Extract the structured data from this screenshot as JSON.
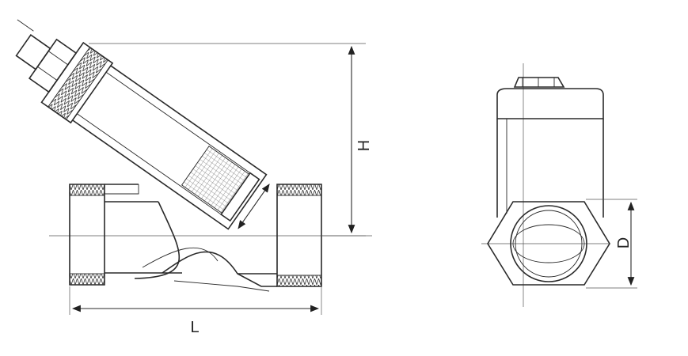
{
  "drawing": {
    "labels": {
      "length": "L",
      "height": "H",
      "diameter": "D"
    }
  }
}
